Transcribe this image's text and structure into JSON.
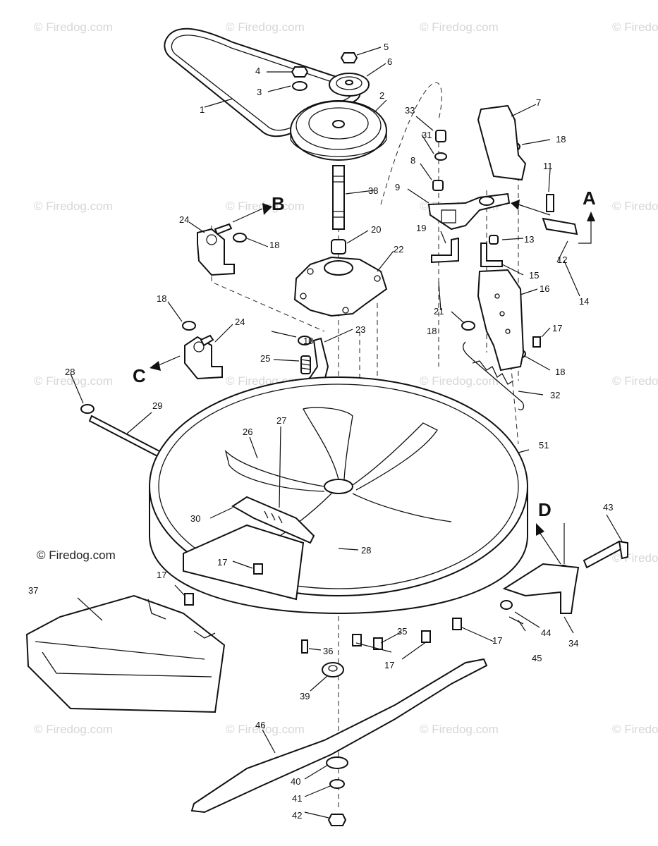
{
  "watermark": "© Firedog.com",
  "brand_mark": "© Firedog.com",
  "view_letters": [
    "A",
    "B",
    "C",
    "D"
  ],
  "part_labels": [
    "1",
    "2",
    "3",
    "4",
    "5",
    "6",
    "7",
    "8",
    "9",
    "10",
    "11",
    "12",
    "13",
    "14",
    "15",
    "16",
    "17",
    "18",
    "19",
    "20",
    "21",
    "22",
    "23",
    "24",
    "25",
    "26",
    "27",
    "28",
    "29",
    "30",
    "31",
    "32",
    "33",
    "34",
    "35",
    "36",
    "37",
    "38",
    "39",
    "40",
    "41",
    "42",
    "43",
    "44",
    "45",
    "46",
    "51"
  ]
}
